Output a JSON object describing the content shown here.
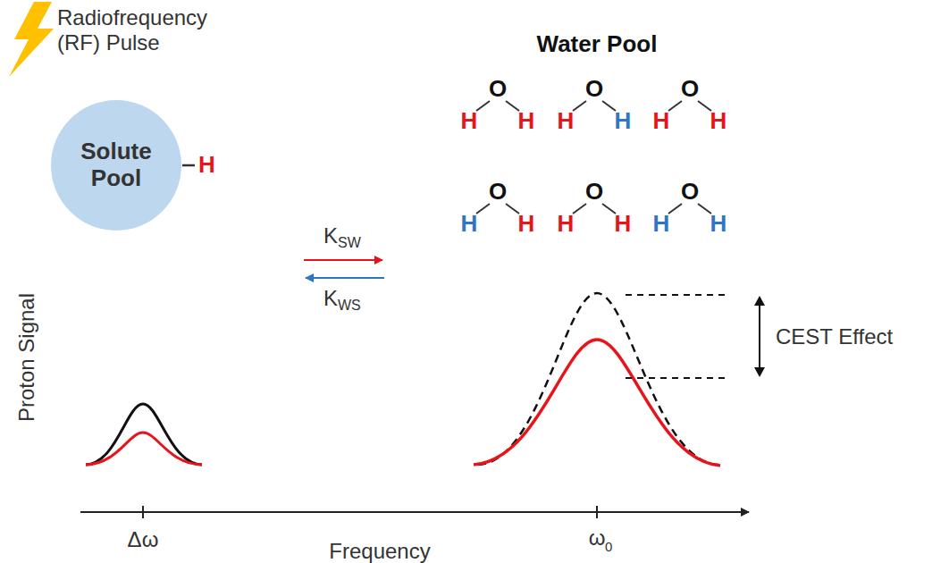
{
  "diagram": {
    "nodes": [
      {
        "text": [
          "Solute Pool"
        ]
      }
    ],
    "labels": [
      "Radiofrequency (RF) Pulse",
      "H",
      "Water Pool",
      "O",
      "H",
      "H",
      "O",
      "H",
      "H",
      "O",
      "H",
      "H",
      "O",
      "H",
      "H",
      "O",
      "H",
      "H",
      "O",
      "H",
      "H",
      "K",
      "SW",
      "K",
      "WS",
      "CEST Effect",
      "Proton Signal",
      "Δω",
      "ω",
      "0",
      "Frequency"
    ]
  }
}
